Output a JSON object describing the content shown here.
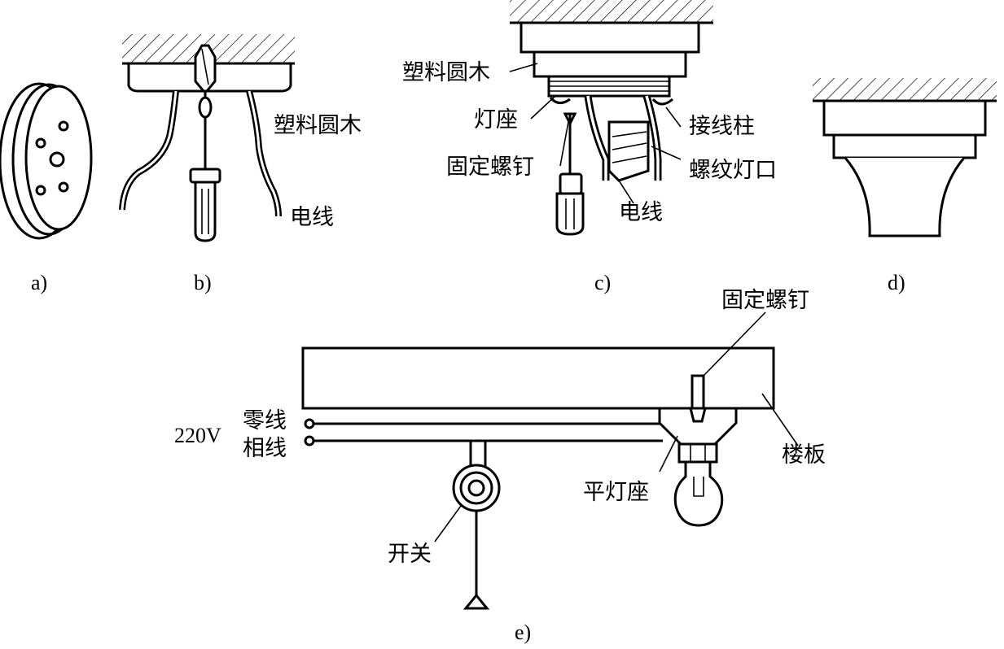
{
  "figure_a": {
    "caption": "a)"
  },
  "figure_b": {
    "caption": "b)",
    "labels": {
      "round_block": "塑料圆木",
      "wire": "电线"
    }
  },
  "figure_c": {
    "caption": "c)",
    "labels": {
      "round_block": "塑料圆木",
      "lamp_holder": "灯座",
      "fixing_screw": "固定螺钉",
      "terminal": "接线柱",
      "screw_socket": "螺纹灯口",
      "wire": "电线"
    }
  },
  "figure_d": {
    "caption": "d)"
  },
  "figure_e": {
    "caption": "e)",
    "labels": {
      "fixing_screw": "固定螺钉",
      "voltage": "220V",
      "neutral": "零线",
      "phase": "相线",
      "floor_slab": "楼板",
      "flat_holder": "平灯座",
      "switch": "开关"
    }
  }
}
